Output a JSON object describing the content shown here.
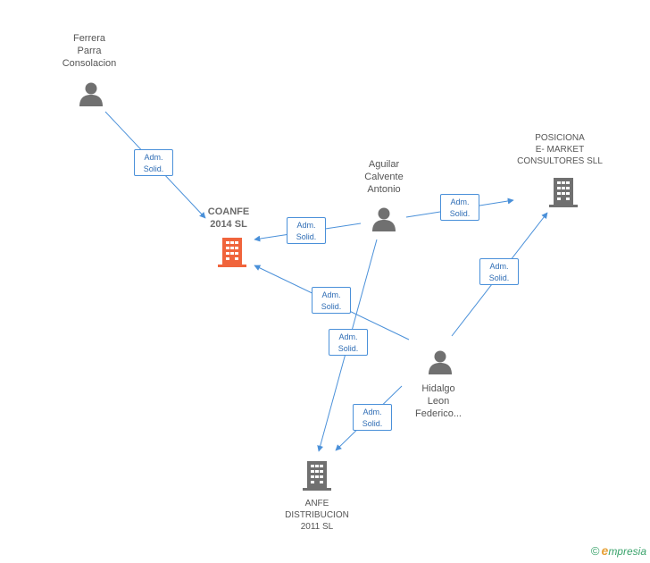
{
  "nodes": {
    "ferrera": {
      "lines": [
        "Ferrera",
        "Parra",
        "Consolacion"
      ],
      "type": "person"
    },
    "aguilar": {
      "lines": [
        "Aguilar",
        "Calvente",
        "Antonio"
      ],
      "type": "person"
    },
    "hidalgo": {
      "lines": [
        "Hidalgo",
        "Leon",
        "Federico..."
      ],
      "type": "person"
    },
    "coanfe": {
      "lines": [
        "COANFE",
        "2014  SL"
      ],
      "type": "company-main"
    },
    "posiciona": {
      "lines": [
        "POSICIONA",
        "E- MARKET",
        "CONSULTORES SLL"
      ],
      "type": "company"
    },
    "anfe": {
      "lines": [
        "ANFE",
        "DISTRIBUCION",
        "2011  SL"
      ],
      "type": "company"
    }
  },
  "edges": [
    {
      "from": "ferrera",
      "to": "coanfe",
      "label": [
        "Adm.",
        "Solid."
      ]
    },
    {
      "from": "aguilar",
      "to": "coanfe",
      "label": [
        "Adm.",
        "Solid."
      ]
    },
    {
      "from": "aguilar",
      "to": "posiciona",
      "label": [
        "Adm.",
        "Solid."
      ]
    },
    {
      "from": "aguilar",
      "to": "anfe",
      "label": [
        "Adm.",
        "Solid."
      ]
    },
    {
      "from": "hidalgo",
      "to": "coanfe",
      "label": [
        "Adm.",
        "Solid."
      ]
    },
    {
      "from": "hidalgo",
      "to": "posiciona",
      "label": [
        "Adm.",
        "Solid."
      ]
    },
    {
      "from": "hidalgo",
      "to": "anfe",
      "label": [
        "Adm.",
        "Solid."
      ]
    }
  ],
  "colors": {
    "edge": "#4a90d9",
    "person": "#707070",
    "company": "#707070",
    "company_main": "#f0643c"
  },
  "brand": {
    "copyright": "©",
    "initial": "e",
    "name": "mpresia"
  }
}
